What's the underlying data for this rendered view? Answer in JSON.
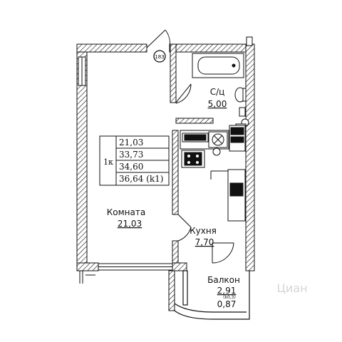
{
  "plan": {
    "badge": "183",
    "rooms": [
      {
        "name": "Комната",
        "area": "21,03"
      },
      {
        "name": "С/ц",
        "area": "5,00"
      },
      {
        "name": "Кухня",
        "area": "7,70"
      },
      {
        "name": "Балкон",
        "area": "2,91",
        "area2": "0,87",
        "note": "(k0,3)"
      }
    ],
    "table": {
      "type_label": "1к",
      "rows": [
        "21,03",
        "33,73",
        "34,60",
        "36,64 (k1)"
      ]
    },
    "watermark": "Циан"
  }
}
